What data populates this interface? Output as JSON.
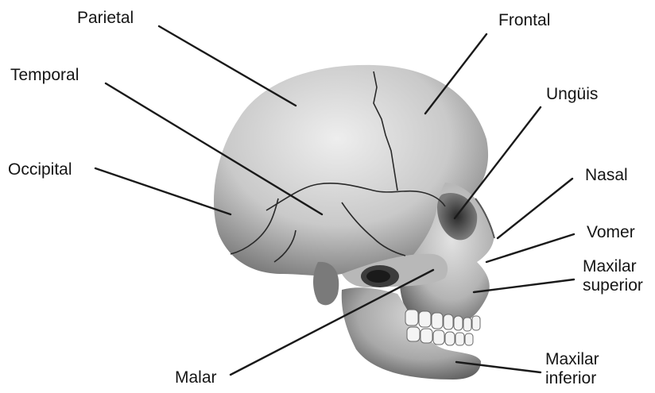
{
  "labels": {
    "parietal": "Parietal",
    "frontal": "Frontal",
    "temporal": "Temporal",
    "unguis": "Ungüis",
    "occipital": "Occipital",
    "nasal": "Nasal",
    "vomer": "Vomer",
    "maxilar_superior": [
      "Maxilar",
      "superior"
    ],
    "maxilar_inferior": [
      "Maxilar",
      "inferior"
    ],
    "malar": "Malar"
  },
  "colors": {
    "background": "#ffffff",
    "bone_light": "#e6e6e6",
    "bone_mid": "#a9a9a9",
    "bone_dark": "#4a4a4a",
    "leader_line": "#1a1a1a"
  }
}
